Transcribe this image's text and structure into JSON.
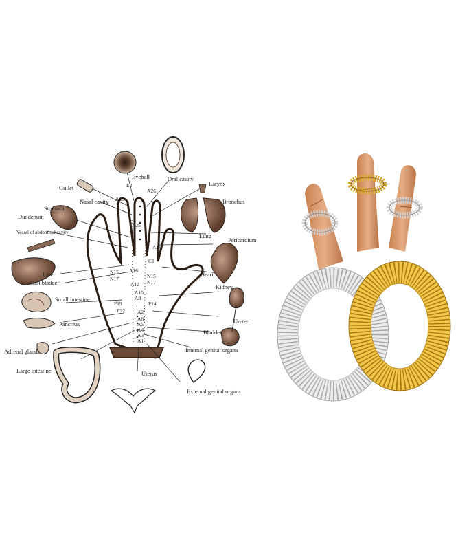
{
  "diagram": {
    "organ_labels": [
      "Eyeball",
      "Oral cavity",
      "Larynx",
      "Bronchus",
      "Gullet",
      "Nasal cavity",
      "Stomach",
      "Duodenum",
      "Vessel of abdominal cavity",
      "Lung",
      "Pericardium",
      "Liver",
      "Gall bladder",
      "Heart",
      "Kidney",
      "Small intestine",
      "Ureter",
      "Pancreas",
      "Bladder",
      "Adrenal glands",
      "Internal genital organs",
      "Large intestine",
      "Uterus",
      "External genital organs"
    ],
    "point_labels": [
      "E2",
      "A26",
      "A28",
      "A25",
      "A18",
      "C1",
      "A16",
      "N15",
      "N17",
      "N15",
      "N17",
      "A12",
      "A10",
      "A8",
      "F19",
      "F14",
      "E22",
      "A2",
      "A6",
      "A5",
      "A4",
      "A3",
      "A1"
    ]
  },
  "photo": {
    "subject": "acupressure finger rings (silver and gold)"
  },
  "colors": {
    "ink": "#222222",
    "sepia": "#6b4a38",
    "sepia_light": "#a88670",
    "gold": "#d4a21f",
    "silver": "#d8d8d8",
    "skin": "#d9996a",
    "background": "#ffffff"
  }
}
